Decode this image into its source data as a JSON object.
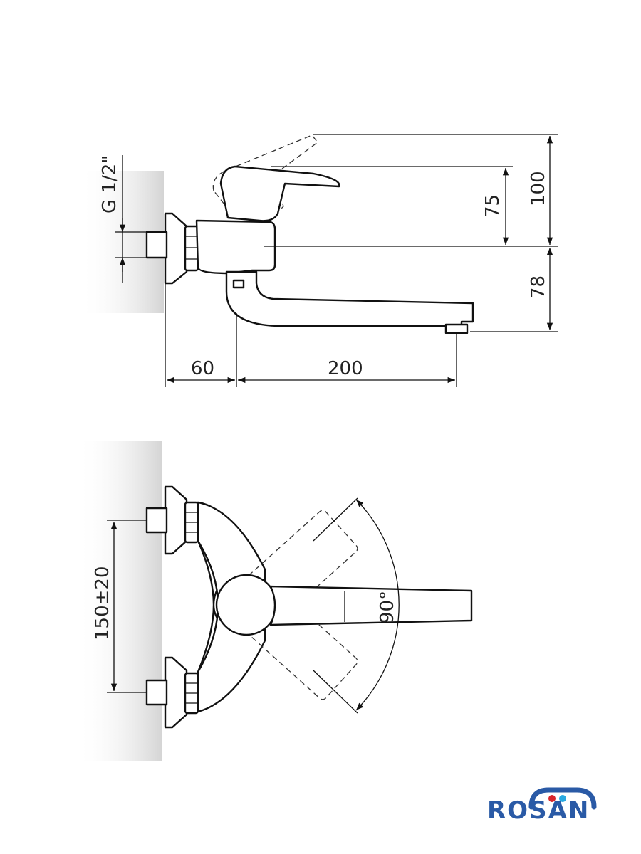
{
  "side_view": {
    "thread_label": "G 1/2\"",
    "dim_width_left": "60",
    "dim_width_right": "200",
    "dim_height_lever": "75",
    "dim_height_total": "100",
    "dim_height_spout": "78"
  },
  "top_view": {
    "dim_inlet_spacing": "150±20",
    "dim_rotation": "90°"
  },
  "logo": {
    "text": "ROSAN",
    "color_primary": "#2a5aa6",
    "color_accent_red": "#d9252b",
    "color_accent_blue": "#29a9e1"
  }
}
